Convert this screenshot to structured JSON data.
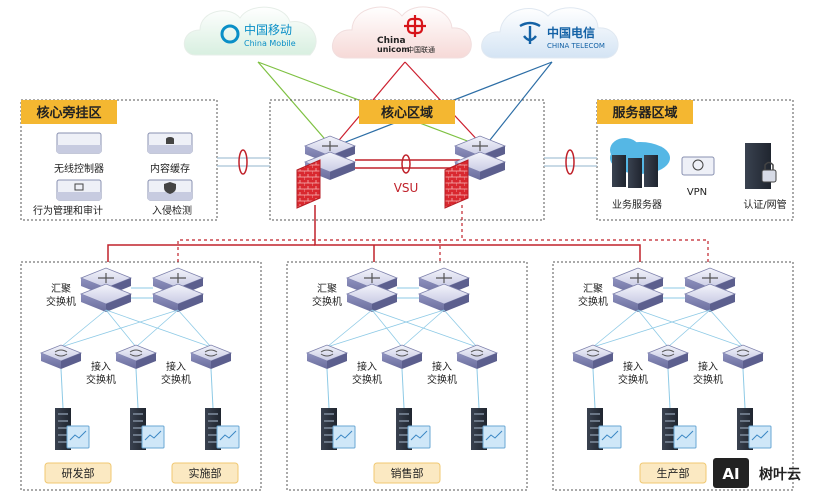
{
  "carriers": {
    "mobile": {
      "name": "中国移动",
      "sub": "China Mobile",
      "color": "#0a8fc7"
    },
    "unicom": {
      "name_top": "China",
      "name_mid": "unicom",
      "name_cn": "中国联通",
      "color": "#d7141a"
    },
    "telecom": {
      "name": "中国电信",
      "sub": "CHINA TELECOM",
      "color": "#1462a6"
    }
  },
  "zones": {
    "side": {
      "title": "核心旁挂区",
      "items": [
        "无线控制器",
        "内容缓存",
        "行为管理和审计",
        "入侵检测"
      ]
    },
    "core": {
      "title": "核心区域",
      "vsu": "VSU"
    },
    "server": {
      "title": "服务器区域",
      "items": [
        "业务服务器",
        "VPN",
        "认证/网管"
      ]
    }
  },
  "branches": {
    "agg_label": "汇聚\n交换机",
    "access_label": "接入\n交换机",
    "depts": [
      [
        "研发部",
        "实施部"
      ],
      [
        "销售部"
      ],
      [
        "生产部"
      ]
    ]
  },
  "watermark": {
    "badge": "AI",
    "text": "树叶云"
  },
  "colors": {
    "title_bg": "#f4b731",
    "mobile_line": "#7ec142",
    "unicom_line": "#cc1f2f",
    "telecom_line": "#2d6ea6",
    "core_link": "#c0222b",
    "access_link": "#8ecae6",
    "dashed": "#555555"
  }
}
